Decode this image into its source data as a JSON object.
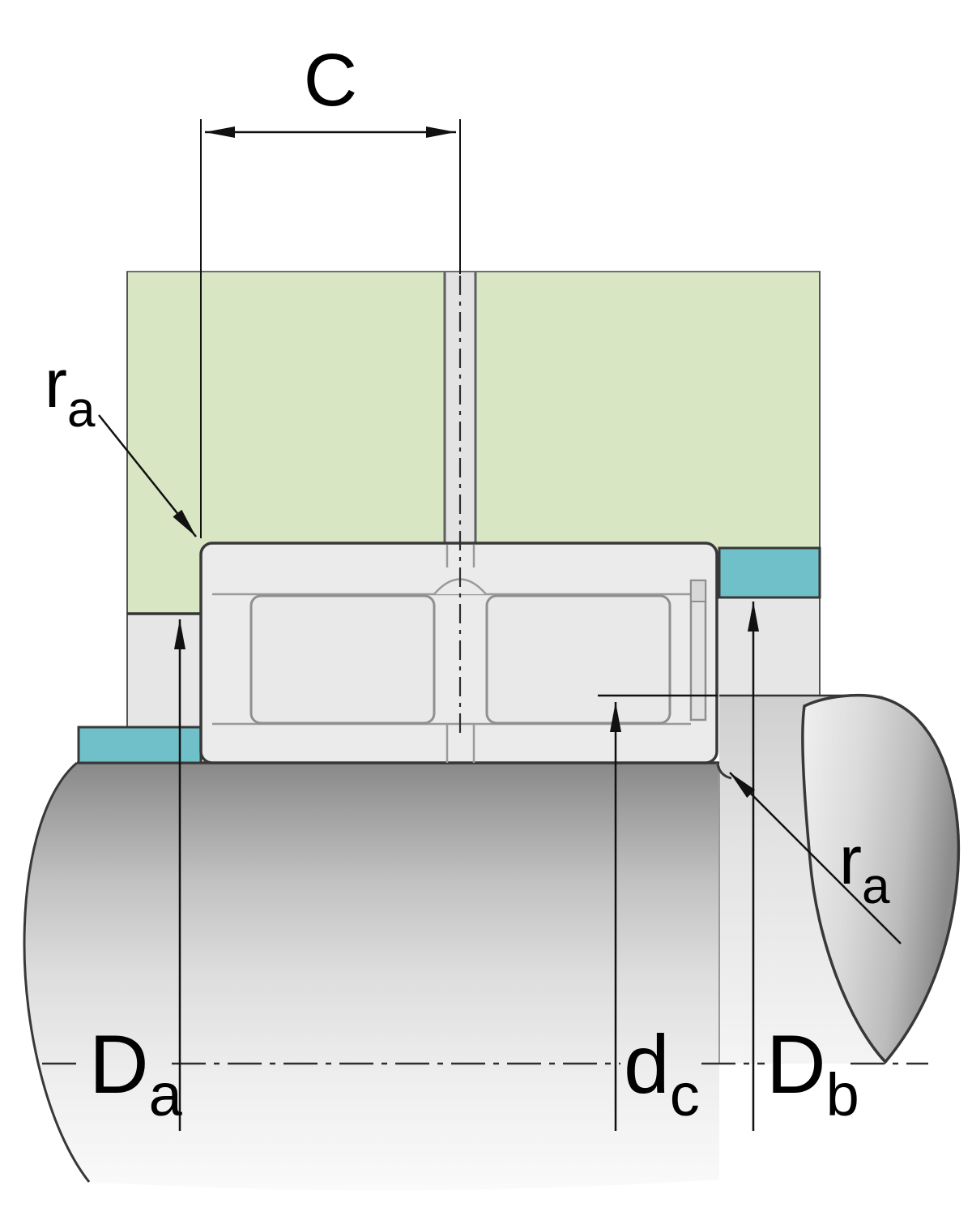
{
  "figure": {
    "dimensions": {
      "c": {
        "main": "C",
        "sub": ""
      },
      "ra_upper": {
        "main": "r",
        "sub": "a"
      },
      "ra_lower": {
        "main": "r",
        "sub": "a"
      },
      "da": {
        "main": "D",
        "sub": "a"
      },
      "dc": {
        "main": "d",
        "sub": "c"
      },
      "db": {
        "main": "D",
        "sub": "b"
      }
    },
    "colors": {
      "housing_green": "#d9e6c4",
      "support_ring_teal": "#6fc0c9",
      "bearing_gray": "#ebebeb",
      "roller_gray": "#e9e9e9",
      "outline": "#383838",
      "dimension": "#111111"
    }
  }
}
